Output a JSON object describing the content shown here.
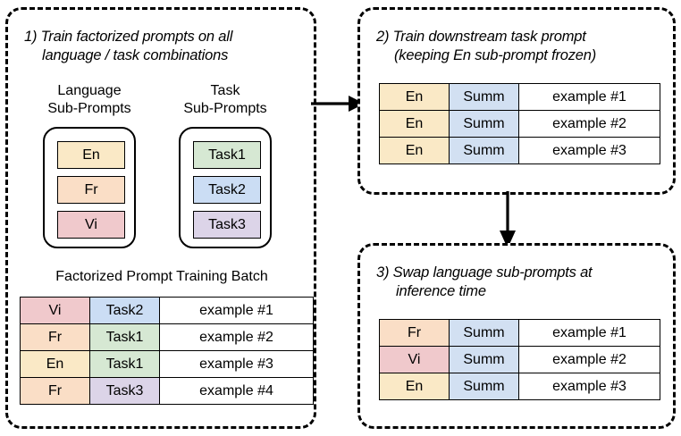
{
  "colors": {
    "en": "#FAE9C6",
    "fr": "#FADEC6",
    "vi": "#F0C9CC",
    "task1": "#D6E8D3",
    "task2": "#CBDDF4",
    "task3": "#DCD4E8",
    "summ": "#D2E0F2",
    "plain": "#FFFFFF",
    "stroke": "#000000",
    "background": "#FFFFFF"
  },
  "panels": [
    {
      "id": "1",
      "title_line1": "1) Train factorized prompts on all",
      "title_line2": "language / task combinations"
    },
    {
      "id": "2",
      "title_line1": "2) Train downstream task prompt",
      "title_line2": "(keeping En sub-prompt frozen)"
    },
    {
      "id": "3",
      "title_line1": "3) Swap language sub-prompts at",
      "title_line2": "inference time"
    }
  ],
  "sub_prompts": {
    "language": {
      "label_line1": "Language",
      "label_line2": "Sub-Prompts",
      "items": [
        {
          "label": "En",
          "color": "#FAE9C6"
        },
        {
          "label": "Fr",
          "color": "#FADEC6"
        },
        {
          "label": "Vi",
          "color": "#F0C9CC"
        }
      ]
    },
    "task": {
      "label_line1": "Task",
      "label_line2": "Sub-Prompts",
      "items": [
        {
          "label": "Task1",
          "color": "#D6E8D3"
        },
        {
          "label": "Task2",
          "color": "#CBDDF4"
        },
        {
          "label": "Task3",
          "color": "#DCD4E8"
        }
      ]
    }
  },
  "tables": {
    "batch": {
      "caption": "Factorized Prompt Training Batch",
      "rows": [
        {
          "lang": "Vi",
          "lang_color": "#F0C9CC",
          "task": "Task2",
          "task_color": "#CBDDF4",
          "example": "example #1"
        },
        {
          "lang": "Fr",
          "lang_color": "#FADEC6",
          "task": "Task1",
          "task_color": "#D6E8D3",
          "example": "example #2"
        },
        {
          "lang": "En",
          "lang_color": "#FAE9C6",
          "task": "Task1",
          "task_color": "#D6E8D3",
          "example": "example #3"
        },
        {
          "lang": "Fr",
          "lang_color": "#FADEC6",
          "task": "Task3",
          "task_color": "#DCD4E8",
          "example": "example #4"
        }
      ]
    },
    "downstream": {
      "rows": [
        {
          "lang": "En",
          "lang_color": "#FAE9C6",
          "task": "Summ",
          "task_color": "#D2E0F2",
          "example": "example #1"
        },
        {
          "lang": "En",
          "lang_color": "#FAE9C6",
          "task": "Summ",
          "task_color": "#D2E0F2",
          "example": "example #2"
        },
        {
          "lang": "En",
          "lang_color": "#FAE9C6",
          "task": "Summ",
          "task_color": "#D2E0F2",
          "example": "example #3"
        }
      ]
    },
    "inference": {
      "rows": [
        {
          "lang": "Fr",
          "lang_color": "#FADEC6",
          "task": "Summ",
          "task_color": "#D2E0F2",
          "example": "example #1"
        },
        {
          "lang": "Vi",
          "lang_color": "#F0C9CC",
          "task": "Summ",
          "task_color": "#D2E0F2",
          "example": "example #2"
        },
        {
          "lang": "En",
          "lang_color": "#FAE9C6",
          "task": "Summ",
          "task_color": "#D2E0F2",
          "example": "example #3"
        }
      ]
    }
  },
  "arrows": [
    {
      "name": "arrow-panel1-to-panel2",
      "direction": "right"
    },
    {
      "name": "arrow-panel2-to-panel3",
      "direction": "down"
    }
  ]
}
